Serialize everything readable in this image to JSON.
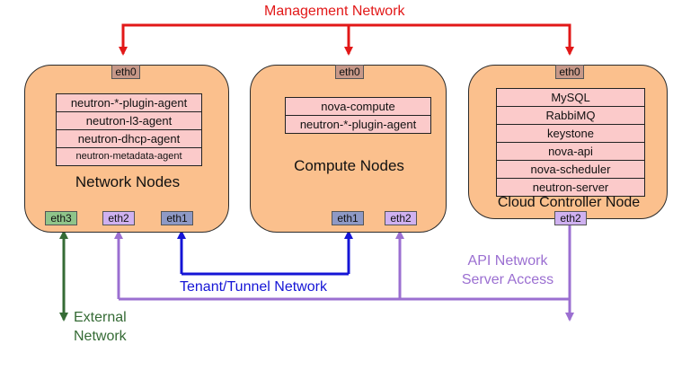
{
  "management_network": {
    "label": "Management Network",
    "color": "#e21818"
  },
  "tenant_network": {
    "label": "Tenant/Tunnel Network",
    "color": "#1515d6"
  },
  "api_network": {
    "line1": "API Network",
    "line2": "Server Access",
    "color": "#9b6fd1"
  },
  "external_network": {
    "line1": "External",
    "line2": "Network",
    "color": "#356b35"
  },
  "node_fill": "#fbc08d",
  "network_node": {
    "title": "Network Nodes",
    "eth0": "eth0",
    "services": [
      "neutron-*-plugin-agent",
      "neutron-l3-agent",
      "neutron-dhcp-agent",
      "neutron-metadata-agent"
    ],
    "eth3": "eth3",
    "eth2": "eth2",
    "eth1": "eth1"
  },
  "compute_node": {
    "title": "Compute Nodes",
    "eth0": "eth0",
    "services": [
      "nova-compute",
      "neutron-*-plugin-agent"
    ],
    "eth1": "eth1",
    "eth2": "eth2"
  },
  "controller_node": {
    "title": "Cloud Controller Node",
    "eth0": "eth0",
    "services": [
      "MySQL",
      "RabbiMQ",
      "keystone",
      "nova-api",
      "nova-scheduler",
      "neutron-server"
    ],
    "eth2": "eth2"
  }
}
